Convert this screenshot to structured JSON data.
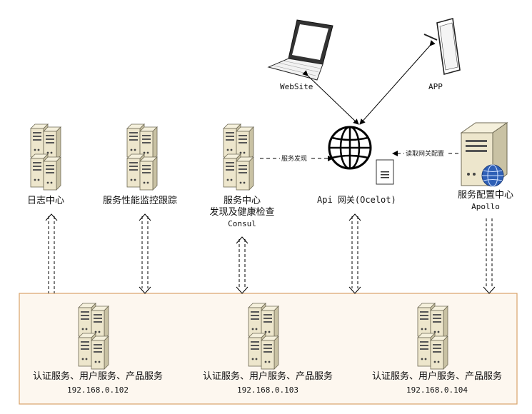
{
  "nodes": {
    "website": {
      "label": "WebSite"
    },
    "app": {
      "label": "APP"
    },
    "log_center": {
      "label": "日志中心"
    },
    "perf_monitor": {
      "label": "服务性能监控跟踪"
    },
    "service_center": {
      "line1": "服务中心",
      "line2": "发现及健康检查",
      "line3": "Consul"
    },
    "api_gateway": {
      "label": "Api 网关(Ocelot)"
    },
    "config_center": {
      "line1": "服务配置中心",
      "line2": "Apollo"
    }
  },
  "edges": {
    "service_discovery": "服务发现",
    "read_gateway_config": "读取网关配置"
  },
  "servers": [
    {
      "services": "认证服务、用户服务、产品服务",
      "ip": "192.168.0.102"
    },
    {
      "services": "认证服务、用户服务、产品服务",
      "ip": "192.168.0.103"
    },
    {
      "services": "认证服务、用户服务、产品服务",
      "ip": "192.168.0.104"
    }
  ],
  "colors": {
    "cluster_fill": "#fdf7ef",
    "cluster_border": "#d9a36a",
    "server_body": "#ede6cc",
    "server_edge": "#6f6a55"
  }
}
